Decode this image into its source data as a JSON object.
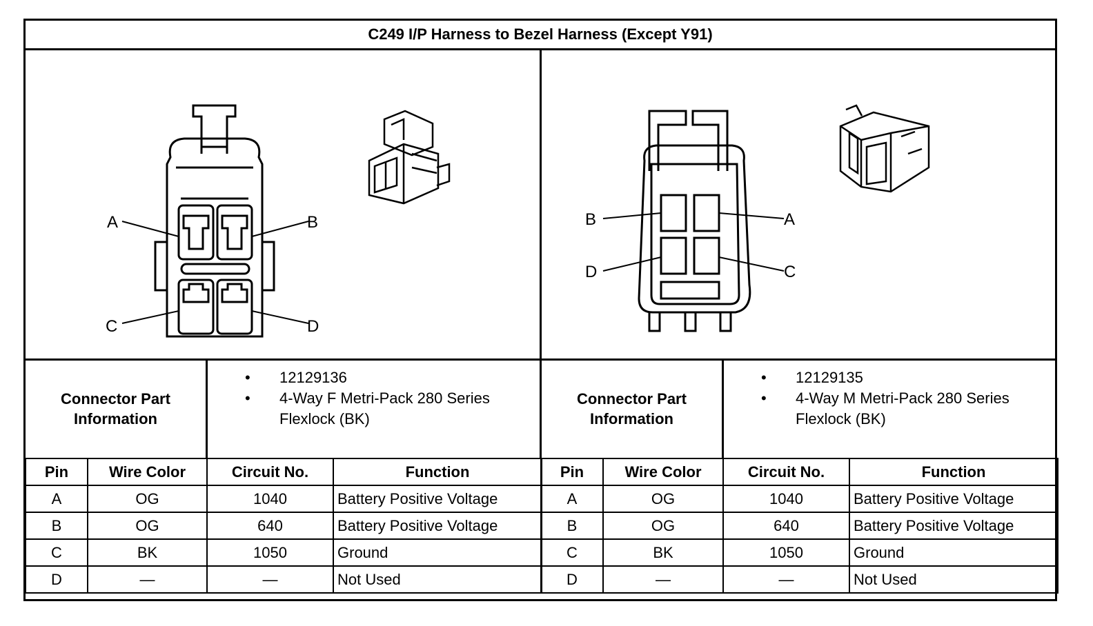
{
  "title": "C249 I/P Harness to Bezel Harness (Except Y91)",
  "connectors": [
    {
      "side": "left",
      "pin_labels": [
        "A",
        "B",
        "C",
        "D"
      ],
      "info_label": "Connector Part Information",
      "info_items": [
        "12129136",
        "4-Way F Metri-Pack 280 Series Flexlock (BK)"
      ],
      "headers": [
        "Pin",
        "Wire Color",
        "Circuit No.",
        "Function"
      ],
      "rows": [
        {
          "pin": "A",
          "color": "OG",
          "circuit": "1040",
          "function": "Battery Positive Voltage"
        },
        {
          "pin": "B",
          "color": "OG",
          "circuit": "640",
          "function": "Battery Positive Voltage"
        },
        {
          "pin": "C",
          "color": "BK",
          "circuit": "1050",
          "function": "Ground"
        },
        {
          "pin": "D",
          "color": "—",
          "circuit": "—",
          "function": "Not Used"
        }
      ]
    },
    {
      "side": "right",
      "pin_labels": [
        "A",
        "B",
        "C",
        "D"
      ],
      "info_label": "Connector Part Information",
      "info_items": [
        "12129135",
        "4-Way M Metri-Pack 280 Series Flexlock (BK)"
      ],
      "headers": [
        "Pin",
        "Wire Color",
        "Circuit No.",
        "Function"
      ],
      "rows": [
        {
          "pin": "A",
          "color": "OG",
          "circuit": "1040",
          "function": "Battery Positive Voltage"
        },
        {
          "pin": "B",
          "color": "OG",
          "circuit": "640",
          "function": "Battery Positive Voltage"
        },
        {
          "pin": "C",
          "color": "BK",
          "circuit": "1050",
          "function": "Ground"
        },
        {
          "pin": "D",
          "color": "—",
          "circuit": "—",
          "function": "Not Used"
        }
      ]
    }
  ]
}
